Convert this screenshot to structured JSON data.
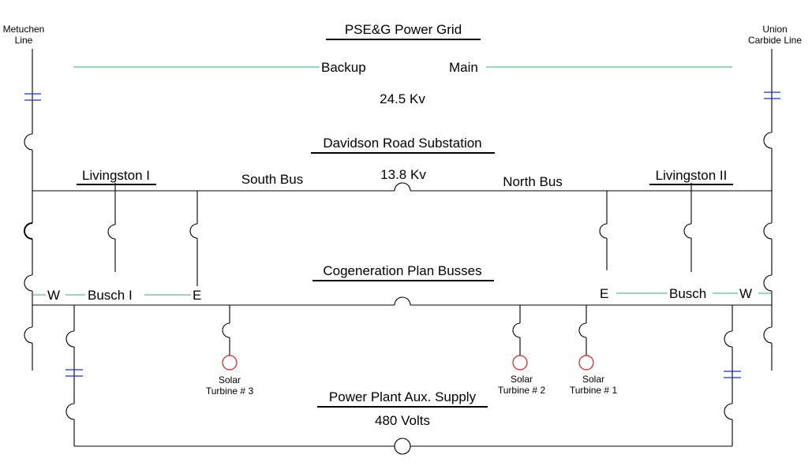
{
  "titles": {
    "grid": "PSE&G Power Grid",
    "substation": "Davidson Road Substation",
    "cogeneration": "Cogeneration Plan Busses",
    "aux_supply": "Power Plant Aux. Supply"
  },
  "voltages": {
    "grid": "24.5 Kv",
    "substation": "13.8 Kv",
    "aux_supply": "480 Volts"
  },
  "lines": {
    "left_line_1": "Metuchen",
    "left_line_2": "Line",
    "right_line_1": "Union",
    "right_line_2": "Carbide Line",
    "backup": "Backup",
    "main": "Main"
  },
  "busses": {
    "livingston_1": "Livingston I",
    "livingston_2": "Livingston II",
    "south_bus": "South Bus",
    "north_bus": "North Bus",
    "w_left": "W",
    "busch_1": "Busch I",
    "e_left": "E",
    "e_right": "E",
    "busch": "Busch",
    "w_right": "W"
  },
  "turbines": {
    "t3_line1": "Solar",
    "t3_line2": "Turbine # 3",
    "t2_line1": "Solar",
    "t2_line2": "Turbine # 2",
    "t1_line1": "Solar",
    "t1_line2": "Turbine # 1"
  },
  "colors": {
    "connector_green": "#2db36b",
    "breaker_blue": "#1f2bd6",
    "turbine_red": "#e01818"
  }
}
